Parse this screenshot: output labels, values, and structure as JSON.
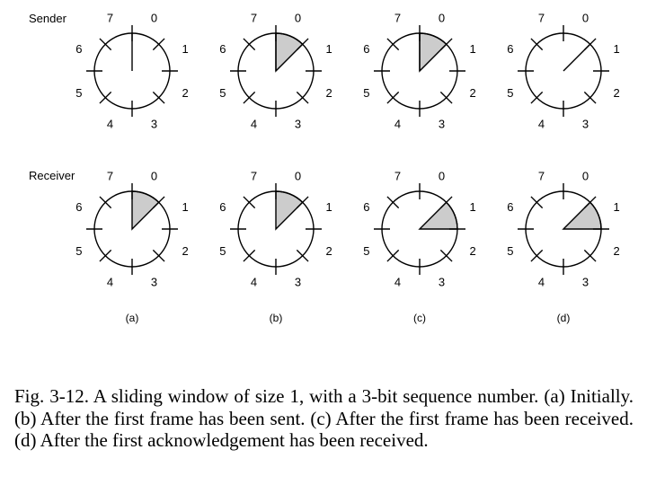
{
  "rows": [
    {
      "label": "Sender",
      "panels": [
        {
          "sector": null,
          "pointer": 0
        },
        {
          "sector": 0,
          "pointer": 0
        },
        {
          "sector": 0,
          "pointer": 0
        },
        {
          "sector": null,
          "pointer": 1
        }
      ]
    },
    {
      "label": "Receiver",
      "panels": [
        {
          "sector": 0,
          "pointer": null
        },
        {
          "sector": 0,
          "pointer": null
        },
        {
          "sector": 1,
          "pointer": null
        },
        {
          "sector": 1,
          "pointer": null
        }
      ]
    }
  ],
  "sequence_numbers": [
    "0",
    "1",
    "2",
    "3",
    "4",
    "5",
    "6",
    "7"
  ],
  "panel_labels": [
    "(a)",
    "(b)",
    "(c)",
    "(d)"
  ],
  "colors": {
    "shaded_sector": "#cccccc",
    "stroke": "#000000"
  },
  "caption": "Fig. 3-12. A sliding window of size 1, with a 3-bit sequence number. (a) Initially. (b) After the first frame has been sent. (c) After the first frame has been received. (d) After the first acknowledgement has been received."
}
